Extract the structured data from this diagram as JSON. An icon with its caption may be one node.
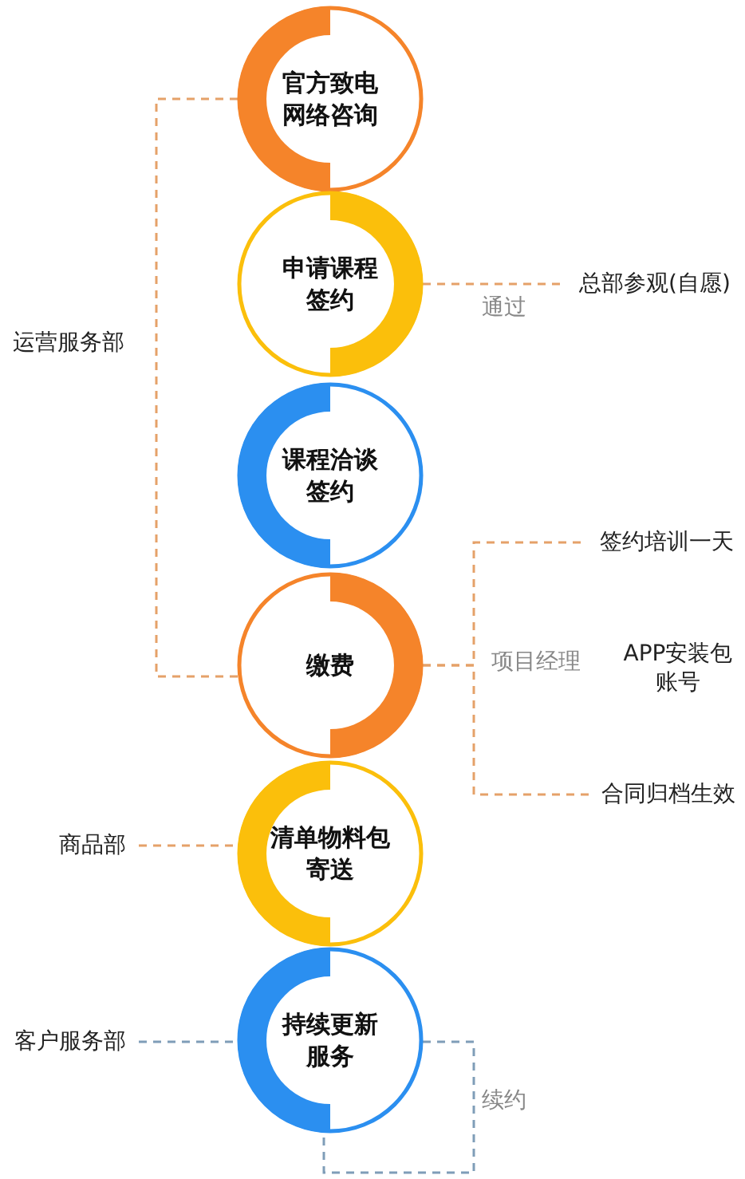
{
  "diagram": {
    "nodes": [
      {
        "text": [
          "官方致电网络咨询"
        ]
      },
      {
        "text": [
          "申请课程签约"
        ]
      },
      {
        "text": [
          "课程洽谈签约"
        ]
      },
      {
        "text": [
          "缴费"
        ]
      },
      {
        "text": [
          "清单物料包寄送"
        ]
      },
      {
        "text": [
          "持续更新服务"
        ]
      },
      {
        "text": [
          "总部参观(自愿)"
        ]
      },
      {
        "text": [
          "签约培训一天"
        ]
      },
      {
        "text": [
          "合同归档生效"
        ]
      },
      {
        "text": [
          "商品部"
        ]
      },
      {
        "text": [
          "客户服务部"
        ]
      }
    ],
    "edges": [
      {
        "from": 0,
        "to": 3,
        "arrow": "none",
        "style": "dashed",
        "label": "运营服务部"
      },
      {
        "from": 1,
        "to": 6,
        "arrow": "none",
        "style": "dashed",
        "label": "通过"
      },
      {
        "from": 3,
        "to": 7,
        "arrow": "none",
        "style": "dashed"
      },
      {
        "from": 3,
        "to": 8,
        "arrow": "none",
        "style": "dashed"
      },
      {
        "from": 9,
        "to": 4,
        "arrow": "none",
        "style": "dashed"
      },
      {
        "from": 10,
        "to": 5,
        "arrow": "none",
        "style": "dashed",
        "color": "#7f9db8"
      },
      {
        "from": 5,
        "to": 5,
        "arrow": "none",
        "style": "dashed",
        "color": "#7f9db8",
        "label": "续约"
      }
    ],
    "labels": [
      "项目经理",
      "APP安装包账号"
    ]
  }
}
